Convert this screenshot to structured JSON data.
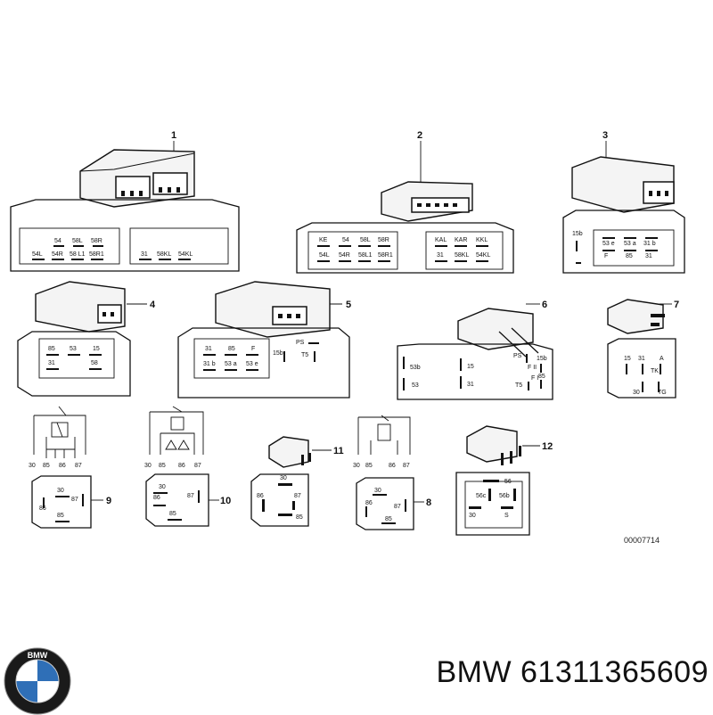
{
  "callouts": [
    "1",
    "2",
    "3",
    "4",
    "5",
    "6",
    "7",
    "8",
    "9",
    "10",
    "11",
    "12"
  ],
  "relay1": {
    "top": [
      "54",
      "58L",
      "58R"
    ],
    "bottom": [
      "54L",
      "54R",
      "58 L1",
      "58R1",
      "31",
      "58KL",
      "54KL"
    ]
  },
  "relay2": {
    "top": [
      "KE",
      "54",
      "58L",
      "58R",
      "KAL",
      "KAR",
      "KKL"
    ],
    "bottom": [
      "54L",
      "54R",
      "58L1",
      "58R1",
      "31",
      "58KL",
      "54KL"
    ]
  },
  "relay3": {
    "side": "15b",
    "top": [
      "53 e",
      "53 a",
      "31 b"
    ],
    "bottom": [
      "F",
      "85",
      "31"
    ]
  },
  "relay4": {
    "top": [
      "85",
      "53",
      "15"
    ],
    "bottom": [
      "31",
      "58"
    ]
  },
  "relay5": {
    "top": [
      "31",
      "85",
      "F"
    ],
    "bottom": [
      "31 b",
      "53 a",
      "53 e"
    ],
    "side": [
      "15b",
      "PS",
      "T5"
    ]
  },
  "relay6": {
    "left": [
      "53b",
      "53"
    ],
    "mid": [
      "15",
      "31"
    ],
    "right": [
      "PS",
      "F II",
      "15b",
      "F I",
      "85",
      "T5"
    ]
  },
  "relay7": {
    "top": [
      "15",
      "31",
      "A"
    ],
    "tk": "TK",
    "bottom": [
      "30",
      "TG"
    ]
  },
  "relay8": {
    "pins": [
      "30",
      "85",
      "86",
      "87"
    ],
    "face": [
      "30",
      "86",
      "87",
      "85"
    ]
  },
  "relay9": {
    "pins": [
      "30",
      "85",
      "86",
      "87"
    ],
    "face": [
      "30",
      "86",
      "87",
      "85"
    ]
  },
  "relay10": {
    "pins": [
      "30",
      "85",
      "86",
      "87"
    ],
    "face": [
      "30",
      "86",
      "87",
      "85"
    ]
  },
  "relay11": {
    "face": [
      "30",
      "86",
      "87",
      "85"
    ]
  },
  "relay12": {
    "face": [
      "56",
      "56c",
      "56b",
      "30",
      "S"
    ]
  },
  "footer": {
    "ref_code": "00007714",
    "part_caption": "BMW 61311365609"
  },
  "logo": {
    "letters": "BMW",
    "colors": {
      "ring": "#1a1a1a",
      "blue": "#2f6fb7",
      "white": "#ffffff"
    }
  }
}
